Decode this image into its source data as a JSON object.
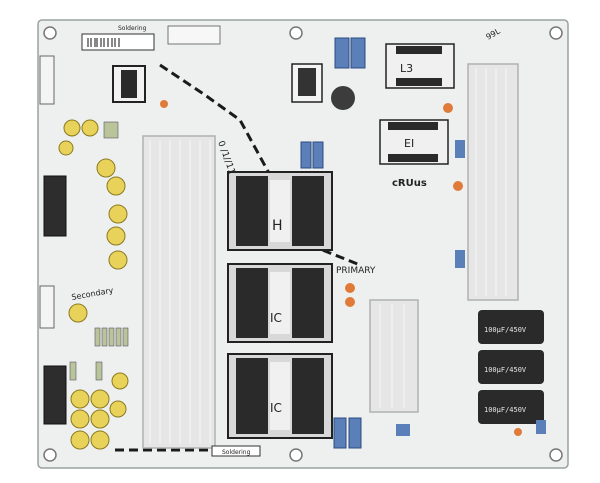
{
  "board": {
    "silkscreen_top_label": "Soldering",
    "silkscreen_bottom_label": "Soldering",
    "primary_label": "PRIMARY",
    "secondary_label": "Secondary",
    "border_mark": "0 /1//11",
    "transformer_marks": [
      "H",
      "IC",
      "IC"
    ],
    "aux_transformer_marks": [
      "L3",
      "EI"
    ],
    "cert_mark": "cRUus",
    "corner_mark": "99L",
    "capacitor_rating": "100µF/450V"
  },
  "colors": {
    "pcb": "#eef0f0",
    "trace": "#1a1a1a",
    "heatsink": "#e6e6e6",
    "electrolytic_small": "#e8d25a",
    "electrolytic_large": "#2a2a2a",
    "film_cap": "#5b7fb8",
    "ferrite": "#2a2a2a",
    "bobbin": "#d8d8d8",
    "ceramic": "#e07a3a"
  }
}
